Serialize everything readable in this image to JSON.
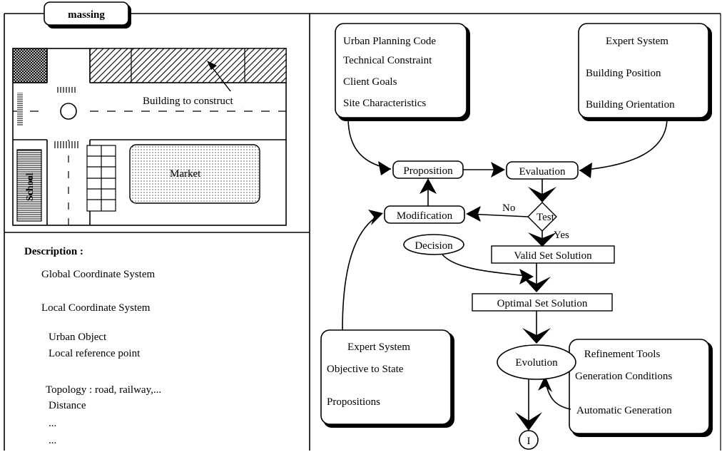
{
  "left_panel": {
    "tab_label": "massing",
    "map": {
      "building_label": "Building to construct",
      "school_label": "School",
      "market_label": "Market"
    },
    "description": {
      "heading": "Description :",
      "lines": [
        "Global Coordinate System",
        "Local Coordinate System",
        "Urban Object",
        "Local reference point",
        "Topology : road, railway,...",
        "Distance",
        "...",
        "..."
      ]
    }
  },
  "flowchart": {
    "inputs_box": [
      "Urban Planning Code",
      "Technical Constraint",
      "Client Goals",
      "Site Characteristics"
    ],
    "expert_top": {
      "title": "Expert System",
      "items": [
        "Building Position",
        "Building Orientation"
      ]
    },
    "proposition": "Proposition",
    "evaluation": "Evaluation",
    "modification": "Modification",
    "test": "Test",
    "no_label": "No",
    "yes_label": "Yes",
    "decision": "Decision",
    "valid_set": "Valid Set Solution",
    "optimal_set": "Optimal Set Solution",
    "expert_bottom": {
      "title": "Expert System",
      "items": [
        "Objective to State",
        "Propositions"
      ]
    },
    "evolution": "Evolution",
    "refinement": {
      "title": "Refinement Tools",
      "items": [
        "Generation Conditions",
        "Automatic Generation"
      ]
    },
    "terminal": "I"
  }
}
